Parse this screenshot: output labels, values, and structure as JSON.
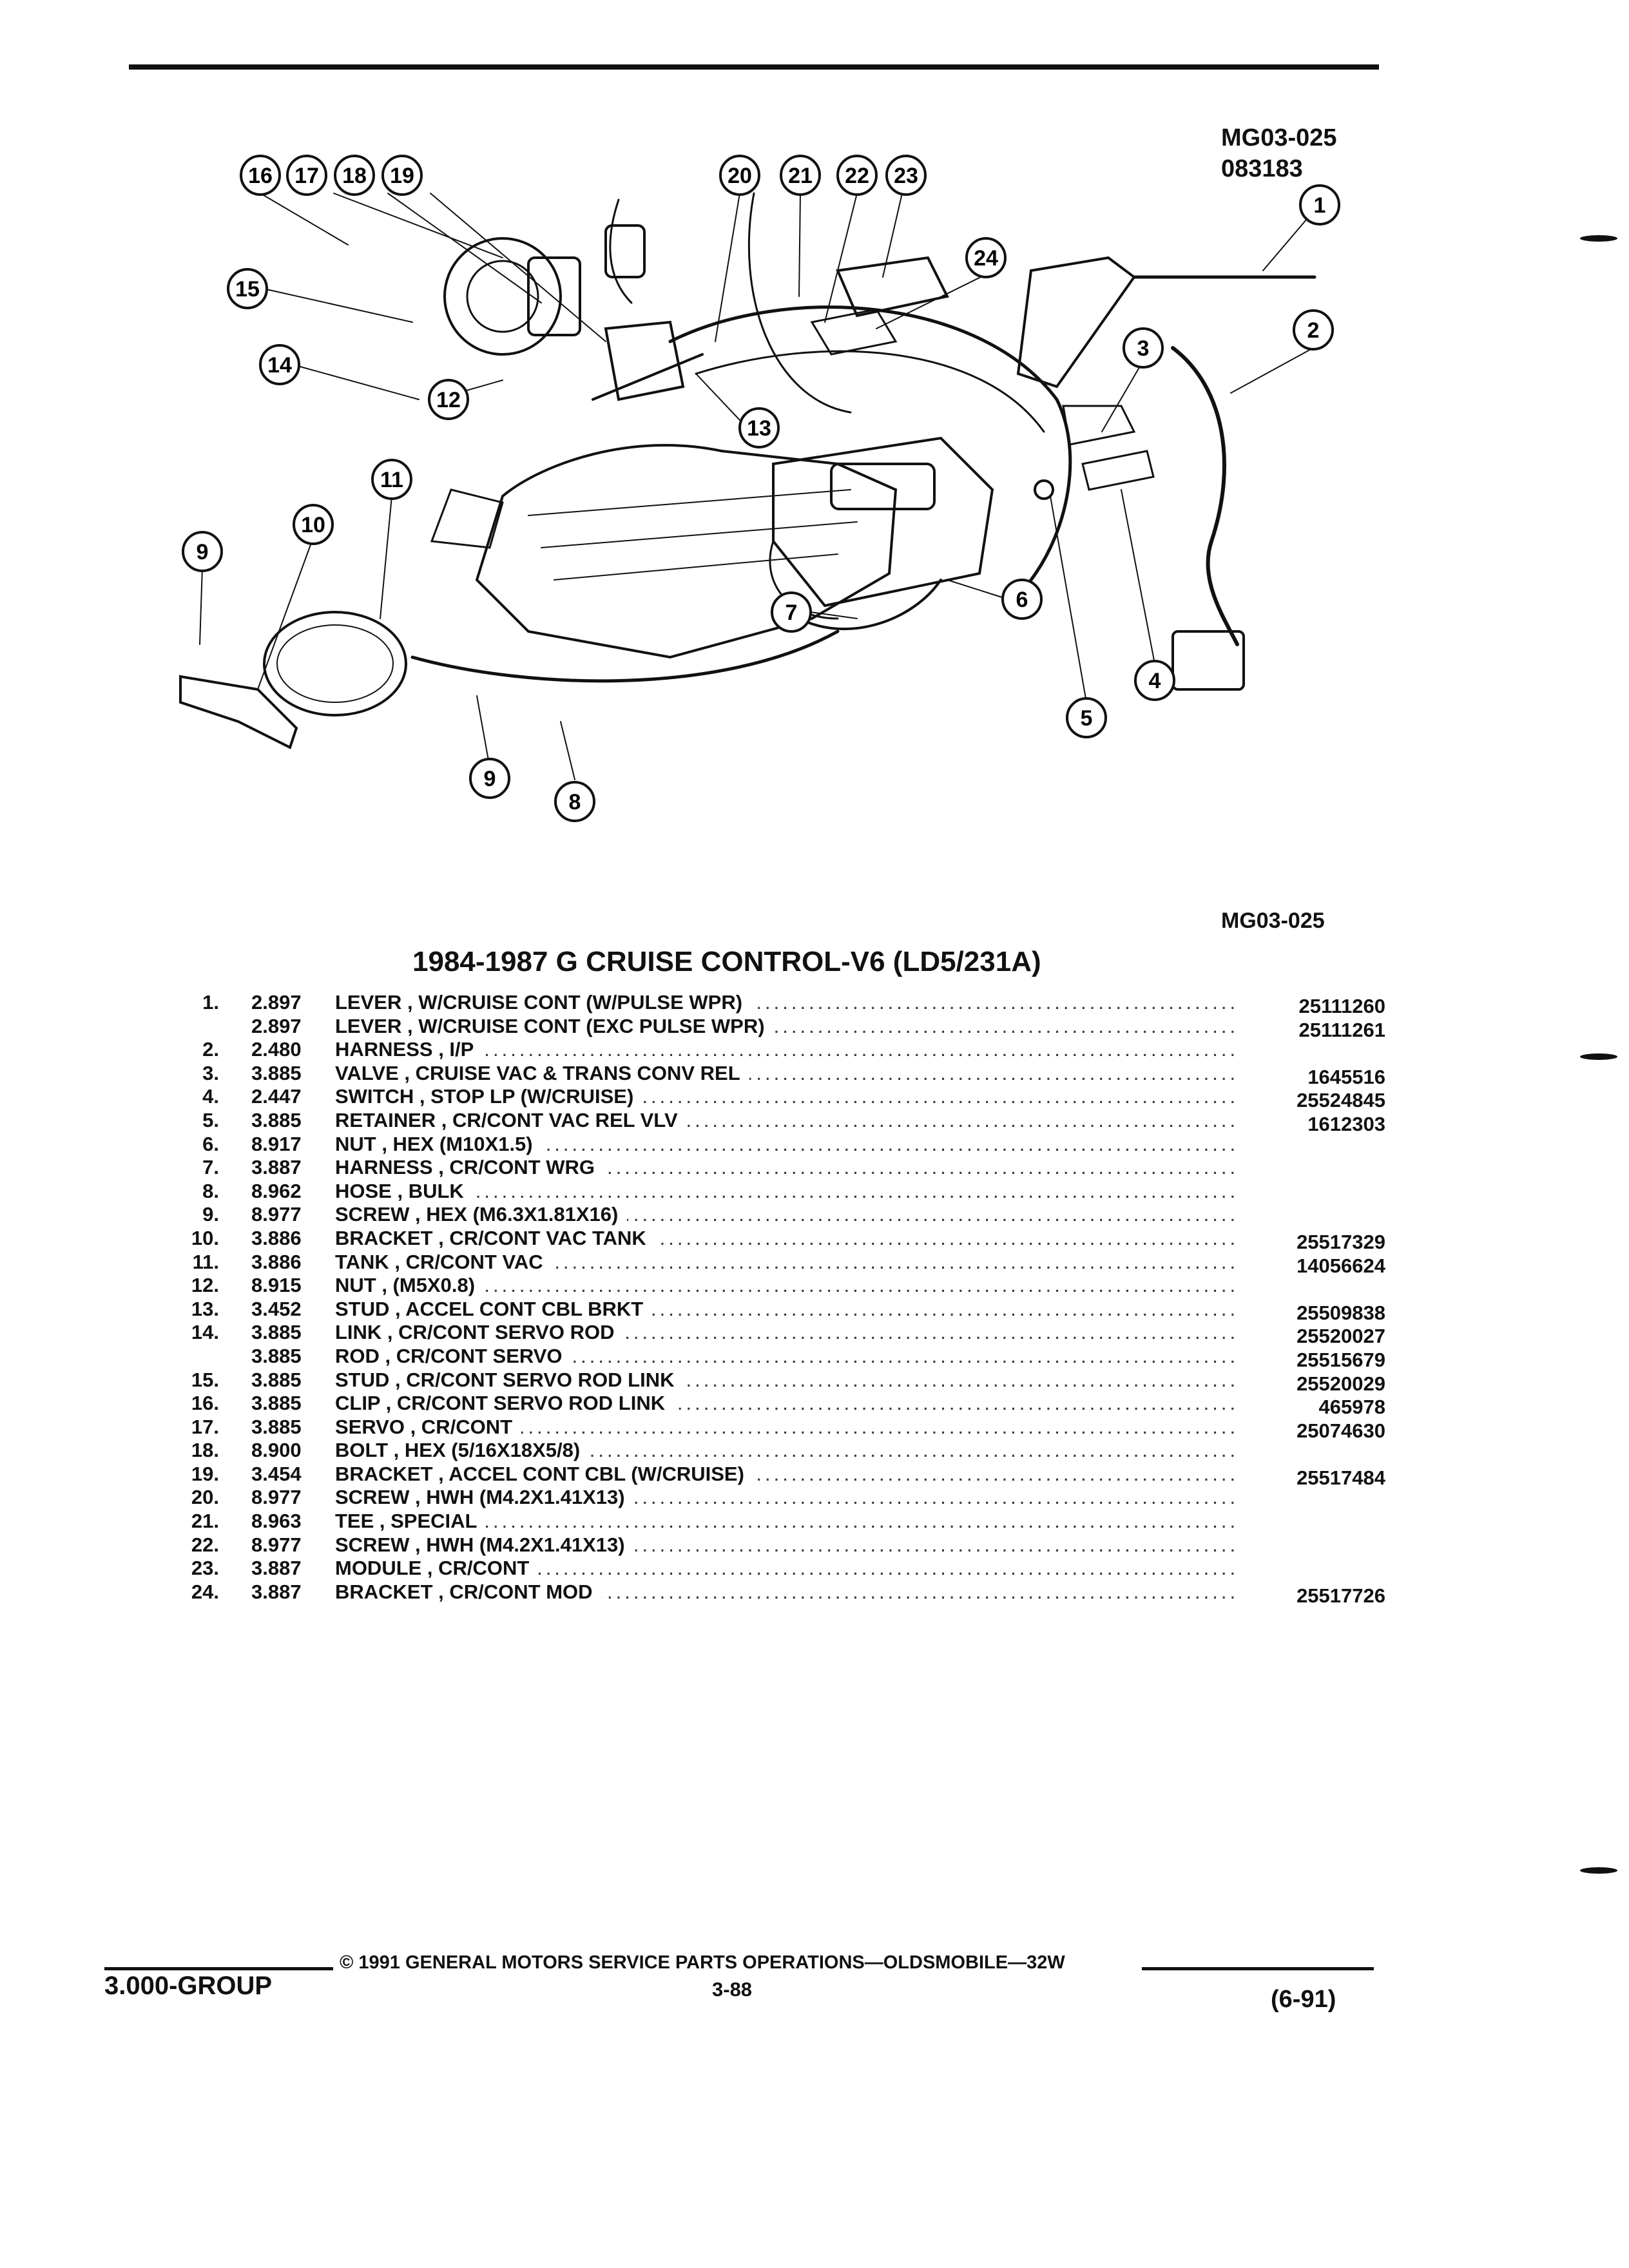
{
  "figure": {
    "code_top": "MG03-025",
    "date_code": "083183",
    "code_bottom": "MG03-025",
    "callouts": [
      "1",
      "2",
      "3",
      "4",
      "5",
      "6",
      "7",
      "8",
      "9",
      "9",
      "10",
      "11",
      "12",
      "13",
      "14",
      "15",
      "16",
      "17",
      "18",
      "19",
      "20",
      "21",
      "22",
      "23",
      "24"
    ]
  },
  "parts_title": "1984-1987 G CRUISE CONTROL-V6 (LD5/231A)",
  "parts": [
    {
      "num": "1.",
      "group": "2.897",
      "desc": "LEVER , W/CRUISE CONT (W/PULSE WPR)",
      "part": "25111260"
    },
    {
      "num": "",
      "group": "2.897",
      "desc": "LEVER , W/CRUISE CONT (EXC PULSE WPR)",
      "part": "25111261"
    },
    {
      "num": "2.",
      "group": "2.480",
      "desc": "HARNESS , I/P",
      "part": ""
    },
    {
      "num": "3.",
      "group": "3.885",
      "desc": "VALVE , CRUISE VAC & TRANS CONV REL",
      "part": "1645516"
    },
    {
      "num": "4.",
      "group": "2.447",
      "desc": "SWITCH , STOP LP (W/CRUISE)",
      "part": "25524845"
    },
    {
      "num": "5.",
      "group": "3.885",
      "desc": "RETAINER , CR/CONT VAC REL VLV",
      "part": "1612303"
    },
    {
      "num": "6.",
      "group": "8.917",
      "desc": "NUT , HEX (M10X1.5)",
      "part": ""
    },
    {
      "num": "7.",
      "group": "3.887",
      "desc": "HARNESS , CR/CONT WRG",
      "part": ""
    },
    {
      "num": "8.",
      "group": "8.962",
      "desc": "HOSE , BULK",
      "part": ""
    },
    {
      "num": "9.",
      "group": "8.977",
      "desc": "SCREW , HEX (M6.3X1.81X16)",
      "part": ""
    },
    {
      "num": "10.",
      "group": "3.886",
      "desc": "BRACKET , CR/CONT VAC TANK",
      "part": "25517329"
    },
    {
      "num": "11.",
      "group": "3.886",
      "desc": "TANK , CR/CONT VAC",
      "part": "14056624"
    },
    {
      "num": "12.",
      "group": "8.915",
      "desc": "NUT , (M5X0.8)",
      "part": ""
    },
    {
      "num": "13.",
      "group": "3.452",
      "desc": "STUD , ACCEL CONT CBL BRKT",
      "part": "25509838"
    },
    {
      "num": "14.",
      "group": "3.885",
      "desc": "LINK , CR/CONT SERVO ROD",
      "part": "25520027"
    },
    {
      "num": "",
      "group": "3.885",
      "desc": "ROD , CR/CONT SERVO",
      "part": "25515679"
    },
    {
      "num": "15.",
      "group": "3.885",
      "desc": "STUD , CR/CONT SERVO ROD LINK",
      "part": "25520029"
    },
    {
      "num": "16.",
      "group": "3.885",
      "desc": "CLIP , CR/CONT SERVO ROD LINK",
      "part": "465978"
    },
    {
      "num": "17.",
      "group": "3.885",
      "desc": "SERVO , CR/CONT",
      "part": "25074630"
    },
    {
      "num": "18.",
      "group": "8.900",
      "desc": "BOLT , HEX (5/16X18X5/8)",
      "part": ""
    },
    {
      "num": "19.",
      "group": "3.454",
      "desc": "BRACKET , ACCEL CONT CBL (W/CRUISE)",
      "part": "25517484"
    },
    {
      "num": "20.",
      "group": "8.977",
      "desc": "SCREW , HWH (M4.2X1.41X13)",
      "part": ""
    },
    {
      "num": "21.",
      "group": "8.963",
      "desc": "TEE , SPECIAL",
      "part": ""
    },
    {
      "num": "22.",
      "group": "8.977",
      "desc": "SCREW , HWH (M4.2X1.41X13)",
      "part": ""
    },
    {
      "num": "23.",
      "group": "3.887",
      "desc": "MODULE , CR/CONT",
      "part": ""
    },
    {
      "num": "24.",
      "group": "3.887",
      "desc": "BRACKET , CR/CONT MOD",
      "part": "25517726"
    }
  ],
  "footer": {
    "copyright": "© 1991 GENERAL MOTORS SERVICE PARTS OPERATIONS—OLDSMOBILE—32W",
    "group": "3.000-GROUP",
    "page": "3-88",
    "date": "(6-91)"
  }
}
